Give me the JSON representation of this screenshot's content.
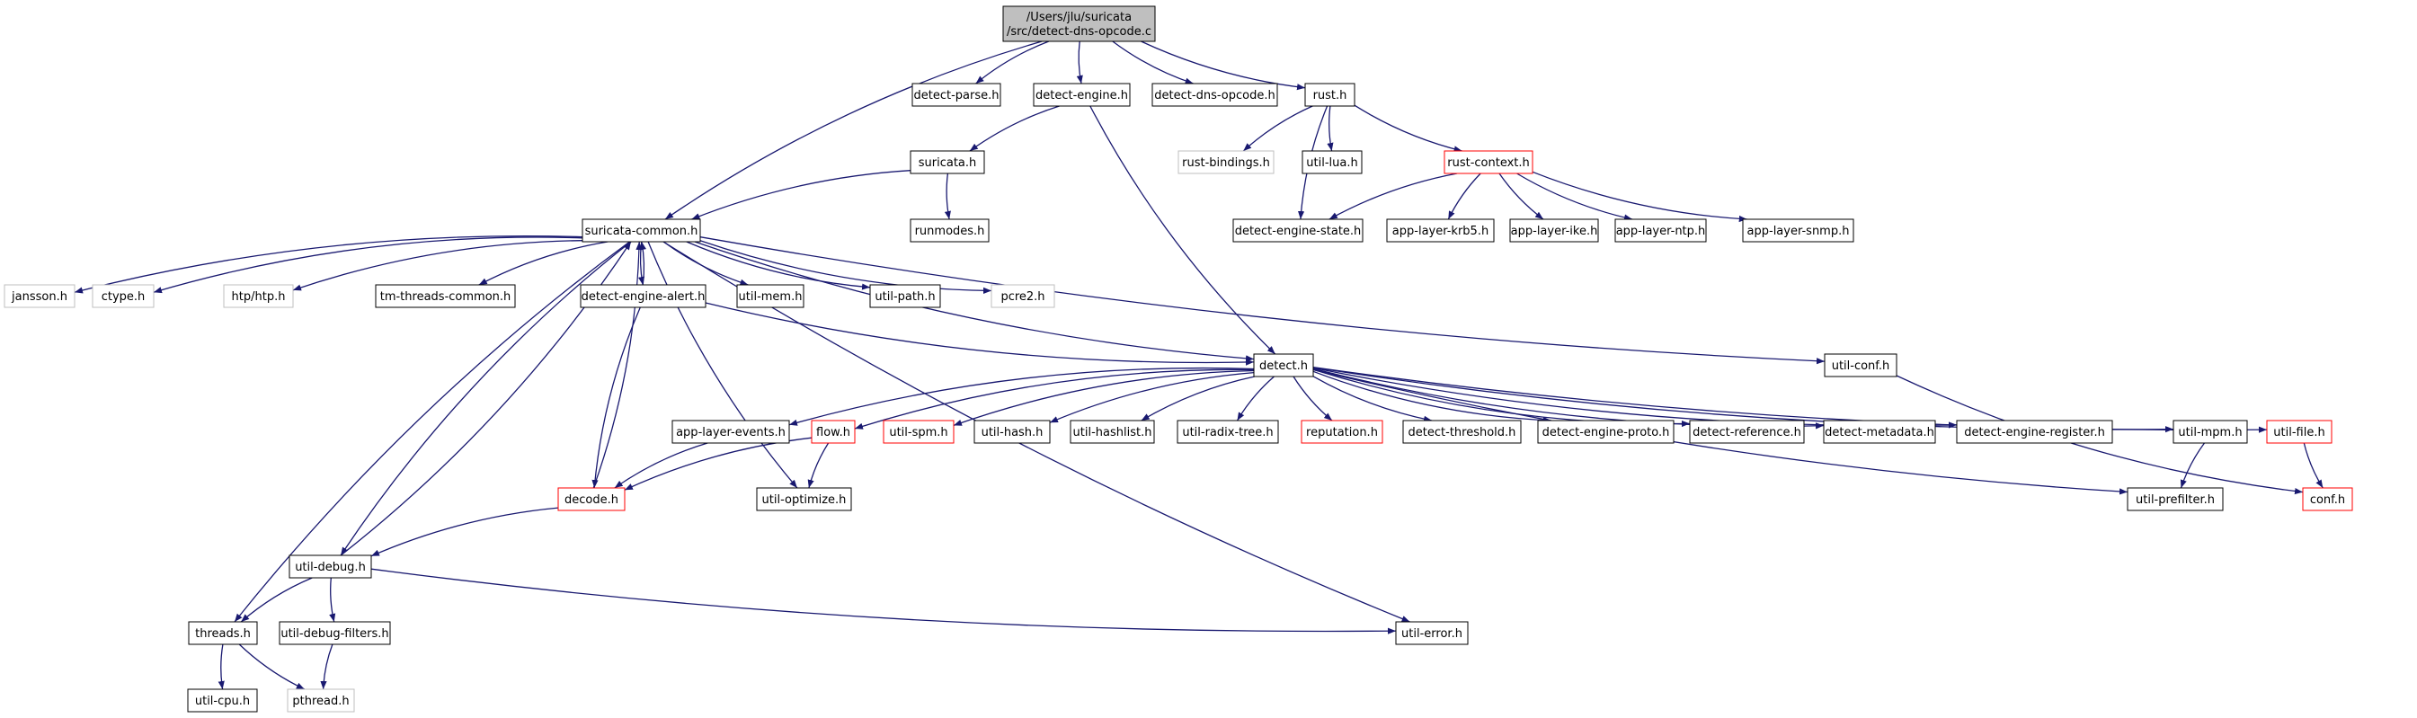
{
  "colors": {
    "edge": "#191970",
    "border_normal": "#000000",
    "border_truncated": "#ff0000",
    "border_external": "#bfbfbf",
    "fill_root": "#bfbfbf",
    "fill_normal": "#ffffff"
  },
  "nodes": [
    {
      "id": "root",
      "lines": [
        "/Users/jlu/suricata",
        "/src/detect-dns-opcode.c"
      ],
      "kind": "root"
    },
    {
      "id": "detect-parse",
      "lines": [
        "detect-parse.h"
      ],
      "kind": "normal"
    },
    {
      "id": "detect-engine",
      "lines": [
        "detect-engine.h"
      ],
      "kind": "normal"
    },
    {
      "id": "detect-dns-opcode",
      "lines": [
        "detect-dns-opcode.h"
      ],
      "kind": "normal"
    },
    {
      "id": "rust",
      "lines": [
        "rust.h"
      ],
      "kind": "normal"
    },
    {
      "id": "rust-bindings",
      "lines": [
        "rust-bindings.h"
      ],
      "kind": "external"
    },
    {
      "id": "util-lua",
      "lines": [
        "util-lua.h"
      ],
      "kind": "normal"
    },
    {
      "id": "rust-context",
      "lines": [
        "rust-context.h"
      ],
      "kind": "truncated"
    },
    {
      "id": "suricata",
      "lines": [
        "suricata.h"
      ],
      "kind": "normal"
    },
    {
      "id": "suricata-common",
      "lines": [
        "suricata-common.h"
      ],
      "kind": "normal"
    },
    {
      "id": "runmodes",
      "lines": [
        "runmodes.h"
      ],
      "kind": "normal"
    },
    {
      "id": "detect-engine-state",
      "lines": [
        "detect-engine-state.h"
      ],
      "kind": "normal"
    },
    {
      "id": "app-layer-krb5",
      "lines": [
        "app-layer-krb5.h"
      ],
      "kind": "normal"
    },
    {
      "id": "app-layer-ike",
      "lines": [
        "app-layer-ike.h"
      ],
      "kind": "normal"
    },
    {
      "id": "app-layer-ntp",
      "lines": [
        "app-layer-ntp.h"
      ],
      "kind": "normal"
    },
    {
      "id": "app-layer-snmp",
      "lines": [
        "app-layer-snmp.h"
      ],
      "kind": "normal"
    },
    {
      "id": "jansson",
      "lines": [
        "jansson.h"
      ],
      "kind": "external"
    },
    {
      "id": "ctype",
      "lines": [
        "ctype.h"
      ],
      "kind": "external"
    },
    {
      "id": "htp",
      "lines": [
        "htp/htp.h"
      ],
      "kind": "external"
    },
    {
      "id": "tm-threads-common",
      "lines": [
        "tm-threads-common.h"
      ],
      "kind": "normal"
    },
    {
      "id": "detect-engine-alert",
      "lines": [
        "detect-engine-alert.h"
      ],
      "kind": "normal"
    },
    {
      "id": "util-mem",
      "lines": [
        "util-mem.h"
      ],
      "kind": "normal"
    },
    {
      "id": "util-path",
      "lines": [
        "util-path.h"
      ],
      "kind": "normal"
    },
    {
      "id": "pcre2",
      "lines": [
        "pcre2.h"
      ],
      "kind": "external"
    },
    {
      "id": "util-conf",
      "lines": [
        "util-conf.h"
      ],
      "kind": "normal"
    },
    {
      "id": "detect",
      "lines": [
        "detect.h"
      ],
      "kind": "normal"
    },
    {
      "id": "app-layer-events",
      "lines": [
        "app-layer-events.h"
      ],
      "kind": "normal"
    },
    {
      "id": "flow",
      "lines": [
        "flow.h"
      ],
      "kind": "truncated"
    },
    {
      "id": "util-spm",
      "lines": [
        "util-spm.h"
      ],
      "kind": "truncated"
    },
    {
      "id": "util-hash",
      "lines": [
        "util-hash.h"
      ],
      "kind": "normal"
    },
    {
      "id": "util-hashlist",
      "lines": [
        "util-hashlist.h"
      ],
      "kind": "normal"
    },
    {
      "id": "util-radix-tree",
      "lines": [
        "util-radix-tree.h"
      ],
      "kind": "normal"
    },
    {
      "id": "reputation",
      "lines": [
        "reputation.h"
      ],
      "kind": "truncated"
    },
    {
      "id": "detect-threshold",
      "lines": [
        "detect-threshold.h"
      ],
      "kind": "normal"
    },
    {
      "id": "detect-engine-proto",
      "lines": [
        "detect-engine-proto.h"
      ],
      "kind": "normal"
    },
    {
      "id": "detect-reference",
      "lines": [
        "detect-reference.h"
      ],
      "kind": "normal"
    },
    {
      "id": "detect-metadata",
      "lines": [
        "detect-metadata.h"
      ],
      "kind": "normal"
    },
    {
      "id": "detect-engine-register",
      "lines": [
        "detect-engine-register.h"
      ],
      "kind": "normal"
    },
    {
      "id": "util-mpm",
      "lines": [
        "util-mpm.h"
      ],
      "kind": "normal"
    },
    {
      "id": "util-file",
      "lines": [
        "util-file.h"
      ],
      "kind": "truncated"
    },
    {
      "id": "decode",
      "lines": [
        "decode.h"
      ],
      "kind": "truncated"
    },
    {
      "id": "util-optimize",
      "lines": [
        "util-optimize.h"
      ],
      "kind": "normal"
    },
    {
      "id": "util-prefilter",
      "lines": [
        "util-prefilter.h"
      ],
      "kind": "normal"
    },
    {
      "id": "conf",
      "lines": [
        "conf.h"
      ],
      "kind": "truncated"
    },
    {
      "id": "util-debug",
      "lines": [
        "util-debug.h"
      ],
      "kind": "normal"
    },
    {
      "id": "threads",
      "lines": [
        "threads.h"
      ],
      "kind": "normal"
    },
    {
      "id": "util-debug-filters",
      "lines": [
        "util-debug-filters.h"
      ],
      "kind": "normal"
    },
    {
      "id": "util-error",
      "lines": [
        "util-error.h"
      ],
      "kind": "normal"
    },
    {
      "id": "util-cpu",
      "lines": [
        "util-cpu.h"
      ],
      "kind": "normal"
    },
    {
      "id": "pthread",
      "lines": [
        "pthread.h"
      ],
      "kind": "external"
    }
  ],
  "edges": [
    [
      "root",
      "suricata-common"
    ],
    [
      "root",
      "detect-parse"
    ],
    [
      "root",
      "detect-engine"
    ],
    [
      "root",
      "detect-dns-opcode"
    ],
    [
      "root",
      "rust"
    ],
    [
      "detect-engine",
      "suricata"
    ],
    [
      "detect-engine",
      "detect"
    ],
    [
      "rust",
      "rust-bindings"
    ],
    [
      "rust",
      "util-lua"
    ],
    [
      "rust",
      "rust-context"
    ],
    [
      "rust",
      "detect-engine-state"
    ],
    [
      "rust-context",
      "detect-engine-state"
    ],
    [
      "rust-context",
      "app-layer-krb5"
    ],
    [
      "rust-context",
      "app-layer-ike"
    ],
    [
      "rust-context",
      "app-layer-ntp"
    ],
    [
      "rust-context",
      "app-layer-snmp"
    ],
    [
      "suricata",
      "suricata-common"
    ],
    [
      "suricata",
      "runmodes"
    ],
    [
      "suricata-common",
      "jansson"
    ],
    [
      "suricata-common",
      "ctype"
    ],
    [
      "suricata-common",
      "htp"
    ],
    [
      "suricata-common",
      "tm-threads-common"
    ],
    [
      "suricata-common",
      "detect-engine-alert"
    ],
    [
      "suricata-common",
      "util-mem"
    ],
    [
      "suricata-common",
      "util-path"
    ],
    [
      "suricata-common",
      "pcre2"
    ],
    [
      "suricata-common",
      "util-conf"
    ],
    [
      "suricata-common",
      "detect"
    ],
    [
      "suricata-common",
      "threads"
    ],
    [
      "suricata-common",
      "util-debug"
    ],
    [
      "suricata-common",
      "util-optimize"
    ],
    [
      "suricata-common",
      "util-error"
    ],
    [
      "detect-engine-alert",
      "suricata-common"
    ],
    [
      "detect-engine-alert",
      "detect"
    ],
    [
      "detect-engine-alert",
      "decode"
    ],
    [
      "decode",
      "suricata-common"
    ],
    [
      "decode",
      "util-debug"
    ],
    [
      "util-debug",
      "suricata-common"
    ],
    [
      "util-debug",
      "threads"
    ],
    [
      "util-debug",
      "util-debug-filters"
    ],
    [
      "util-debug",
      "util-error"
    ],
    [
      "util-conf",
      "conf"
    ],
    [
      "detect",
      "app-layer-events"
    ],
    [
      "detect",
      "flow"
    ],
    [
      "detect",
      "util-spm"
    ],
    [
      "detect",
      "util-hash"
    ],
    [
      "detect",
      "util-hashlist"
    ],
    [
      "detect",
      "util-radix-tree"
    ],
    [
      "detect",
      "reputation"
    ],
    [
      "detect",
      "detect-threshold"
    ],
    [
      "detect",
      "detect-engine-proto"
    ],
    [
      "detect",
      "detect-reference"
    ],
    [
      "detect",
      "detect-metadata"
    ],
    [
      "detect",
      "detect-engine-register"
    ],
    [
      "detect",
      "util-mpm"
    ],
    [
      "detect",
      "util-file"
    ],
    [
      "detect",
      "util-prefilter"
    ],
    [
      "app-layer-events",
      "decode"
    ],
    [
      "flow",
      "decode"
    ],
    [
      "flow",
      "util-optimize"
    ],
    [
      "util-mpm",
      "util-prefilter"
    ],
    [
      "util-file",
      "conf"
    ],
    [
      "threads",
      "util-cpu"
    ],
    [
      "threads",
      "pthread"
    ],
    [
      "util-debug-filters",
      "pthread"
    ]
  ]
}
